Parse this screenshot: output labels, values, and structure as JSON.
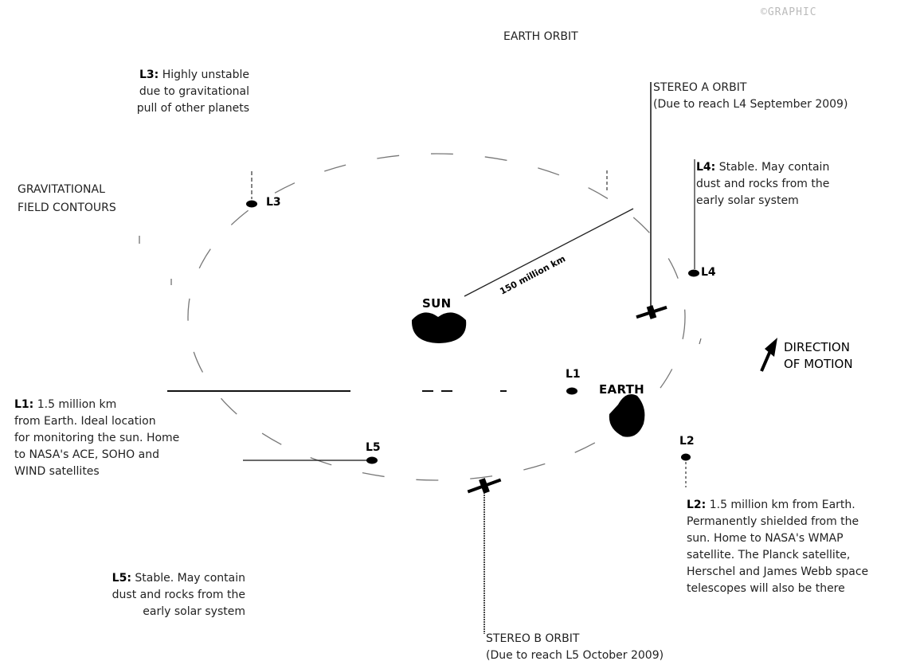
{
  "title": "EARTH ORBIT",
  "credit": "©GRAPHIC",
  "gravitational": [
    "GRAVITATIONAL",
    "FIELD CONTOURS"
  ],
  "bodies": {
    "sun": "SUN",
    "earth": "EARTH"
  },
  "points": {
    "l1": "L1",
    "l2": "L2",
    "l3": "L3",
    "l4": "L4",
    "l5": "L5"
  },
  "distance": "150 million km",
  "direction": [
    "DIRECTION",
    "OF MOTION"
  ],
  "l3_note": {
    "head": "L3:",
    "lines": [
      " Highly unstable",
      "due to gravitational",
      "pull of other planets"
    ]
  },
  "l4_note": {
    "head": "L4:",
    "lines": [
      " Stable. May contain",
      "dust and rocks from the",
      "early solar system"
    ]
  },
  "l1_note": {
    "head": "L1:",
    "lines": [
      " 1.5 million km",
      "from Earth. Ideal location",
      "for monitoring the sun. Home",
      "to NASA's ACE, SOHO and",
      "WIND satellites"
    ]
  },
  "l5_note": {
    "head": "L5:",
    "lines": [
      " Stable. May contain",
      "dust and rocks from the",
      "early solar system"
    ]
  },
  "l2_note": {
    "head": "L2:",
    "lines": [
      " 1.5 million km from Earth.",
      "Permanently shielded from the",
      "sun. Home to NASA's WMAP",
      "satellite. The Planck satellite,",
      "Herschel and James Webb space",
      "telescopes will also be there"
    ]
  },
  "stereo_a": [
    "STEREO A ORBIT",
    "(Due to reach L4 September 2009)"
  ],
  "stereo_b": [
    "STEREO B ORBIT",
    "(Due to reach L5 October 2009)"
  ]
}
